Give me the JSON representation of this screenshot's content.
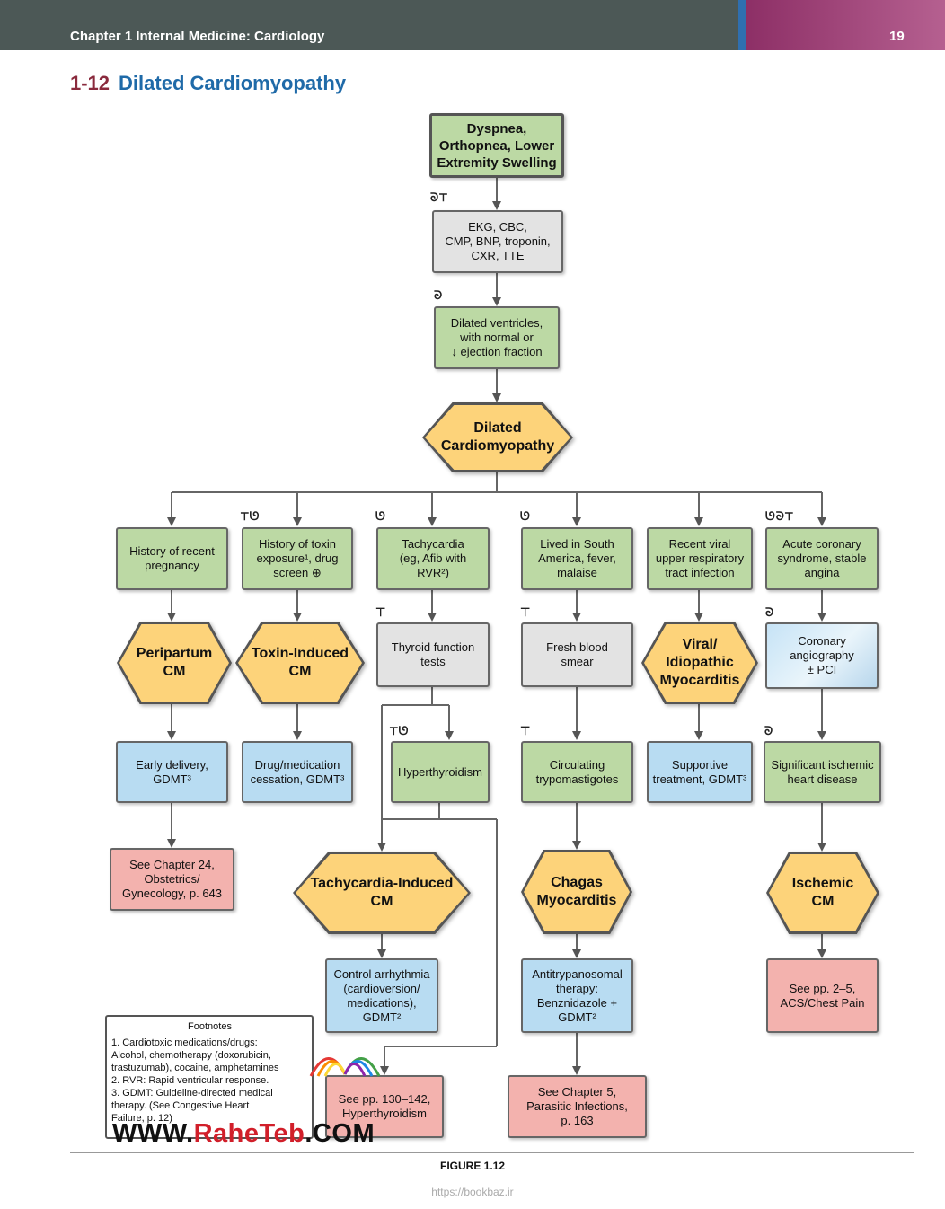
{
  "header": {
    "chapter": "Chapter 1  Internal Medicine: Cardiology",
    "page": "19"
  },
  "title": {
    "number": "1-12",
    "text": "Dilated Cardiomyopathy"
  },
  "nodes": {
    "dyspnea": "Dyspnea,\nOrthopnea, Lower\nExtremity Swelling",
    "ekg": "EKG, CBC,\nCMP, BNP, troponin,\nCXR, TTE",
    "dilated_ventricles": "Dilated ventricles,\nwith normal or\n↓ ejection fraction",
    "dcm": "Dilated\nCardiomyopathy",
    "pregnancy": "History of recent\npregnancy",
    "toxin": "History of toxin\nexposure¹, drug\nscreen ⊕",
    "tachy": "Tachycardia\n(eg, Afib with\nRVR²)",
    "south_america": "Lived in South\nAmerica, fever,\nmalaise",
    "viral": "Recent viral\nupper respiratory\ntract infection",
    "acs": "Acute coronary\nsyndrome, stable\nangina",
    "peripartum": "Peripartum\nCM",
    "toxin_cm": "Toxin-Induced\nCM",
    "thyroid": "Thyroid function\ntests",
    "smear": "Fresh blood\nsmear",
    "viral_myo": "Viral/\nIdiopathic\nMyocarditis",
    "angio": "Coronary\nangiography\n± PCI",
    "early_delivery": "Early delivery,\nGDMT³",
    "drug_cessation": "Drug/medication\ncessation, GDMT³",
    "hyperthyroidism": "Hyperthyroidism",
    "trypomastigotes": "Circulating\ntrypomastigotes",
    "supportive": "Supportive\ntreatment, GDMT³",
    "ischemic_dz": "Significant ischemic\nheart disease",
    "see_ch24": "See Chapter 24,\nObstetrics/\nGynecology, p. 643",
    "tachy_cm": "Tachycardia-Induced\nCM",
    "chagas": "Chagas\nMyocarditis",
    "ischemic_cm": "Ischemic\nCM",
    "control_arrhythmia": "Control arrhythmia\n(cardioversion/\nmedications),\nGDMT²",
    "antitrypanosomal": "Antitrypanosomal\ntherapy:\nBenznidazole +\nGDMT²",
    "see_pp": "See pp. 2–5,\nACS/Chest Pain",
    "see_hyper": "See pp. 130–142,\nHyperthyroidism",
    "see_ch5": "See Chapter 5,\nParasitic Infections,\np. 163"
  },
  "icons": {
    "above_ekg": "stethoscope-icon,test-tube-icon",
    "above_dilated": "stethoscope-icon",
    "above_toxin": "test-tube-icon,stethoscope-icon",
    "above_tachy": "stethoscope-icon",
    "above_south": "stethoscope-icon",
    "above_acs": "stethoscope-icon,stethoscope-icon,test-tube-icon"
  },
  "footnotes": {
    "heading": "Footnotes",
    "items": [
      "1. Cardiotoxic medications/drugs:\n    Alcohol, chemotherapy (doxorubicin,\n    trastuzumab), cocaine, amphetamines",
      "2. RVR: Rapid ventricular response.",
      "3. GDMT: Guideline-directed medical\n    therapy. (See Congestive Heart\n    Failure, p. 12)"
    ]
  },
  "figure_caption": "FIGURE 1.12",
  "watermark": {
    "prefix": "WWW.",
    "brand": "RaheTeb",
    "suffix": ".COM"
  },
  "source_url": "https://bookbaz.ir",
  "colors": {
    "green": "#bcd9a4",
    "gray": "#e3e3e3",
    "blue": "#b8dcf2",
    "red": "#f3b2ae",
    "hexagon": "#fdd37a",
    "title_blue": "#1f6aa8"
  }
}
